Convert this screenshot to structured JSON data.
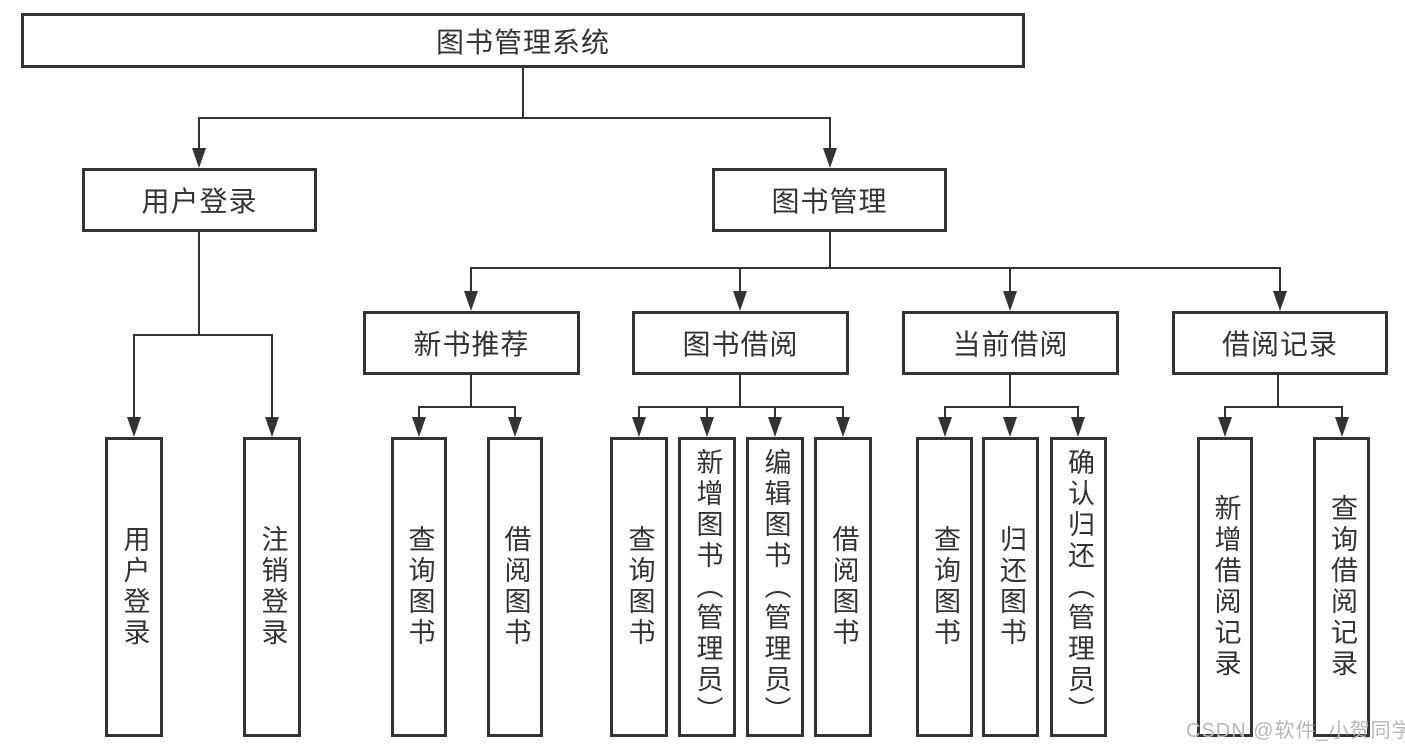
{
  "diagram_title": "图书管理系统",
  "tree": {
    "label": "图书管理系统",
    "children": [
      {
        "label": "用户登录",
        "children": [
          {
            "label": "用户登录"
          },
          {
            "label": "注销登录"
          }
        ]
      },
      {
        "label": "图书管理",
        "children": [
          {
            "label": "新书推荐",
            "children": [
              {
                "label": "查询图书"
              },
              {
                "label": "借阅图书"
              }
            ]
          },
          {
            "label": "图书借阅",
            "children": [
              {
                "label": "查询图书"
              },
              {
                "label": "新增图书（管理员）"
              },
              {
                "label": "编辑图书（管理员）"
              },
              {
                "label": "借阅图书"
              }
            ]
          },
          {
            "label": "当前借阅",
            "children": [
              {
                "label": "查询图书"
              },
              {
                "label": "归还图书"
              },
              {
                "label": "确认归还（管理员）"
              }
            ]
          },
          {
            "label": "借阅记录",
            "children": [
              {
                "label": "新增借阅记录"
              },
              {
                "label": "查询借阅记录"
              }
            ]
          }
        ]
      }
    ]
  },
  "watermark": "CSDN @软件_小贺同学",
  "colors": {
    "line": "#333333",
    "text": "#333333",
    "watermark": "#b8b8b8",
    "background": "#ffffff"
  }
}
